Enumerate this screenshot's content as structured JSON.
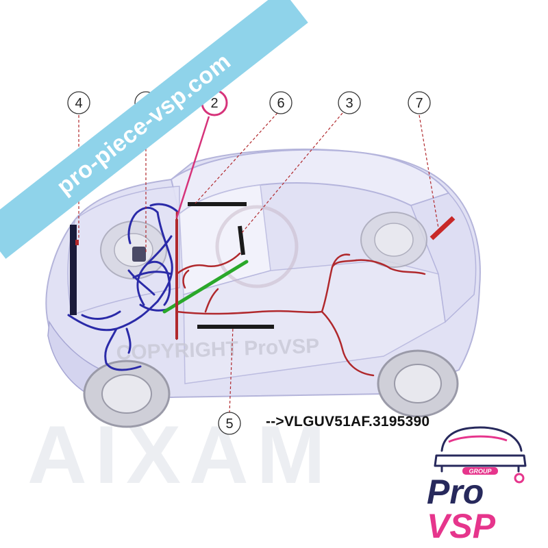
{
  "diagram": {
    "callouts": [
      {
        "id": "4",
        "label": "4"
      },
      {
        "id": "1",
        "label": "1"
      },
      {
        "id": "2",
        "label": "2",
        "highlight": true
      },
      {
        "id": "6",
        "label": "6"
      },
      {
        "id": "3",
        "label": "3"
      },
      {
        "id": "7",
        "label": "7"
      },
      {
        "id": "5",
        "label": "5"
      }
    ],
    "watermark_copyright": "COPYRIGHT ProVSP",
    "watermark_brand": "AIXAM",
    "reference_code": "-->VLGUV51AF.3195390"
  },
  "banner": {
    "text": "pro-piece-vsp.com"
  },
  "logo": {
    "group_text": "GROUP",
    "pro_text": "Pro",
    "vsp_text": "VSP"
  },
  "colors": {
    "callout_highlight": "#d6337a",
    "banner": "#8fd3ea",
    "harness_blue": "#2a2aa8",
    "harness_red": "#b0282c",
    "harness_green": "#2aa82a",
    "logo_pink": "#e6358c",
    "logo_navy": "#27295c"
  }
}
